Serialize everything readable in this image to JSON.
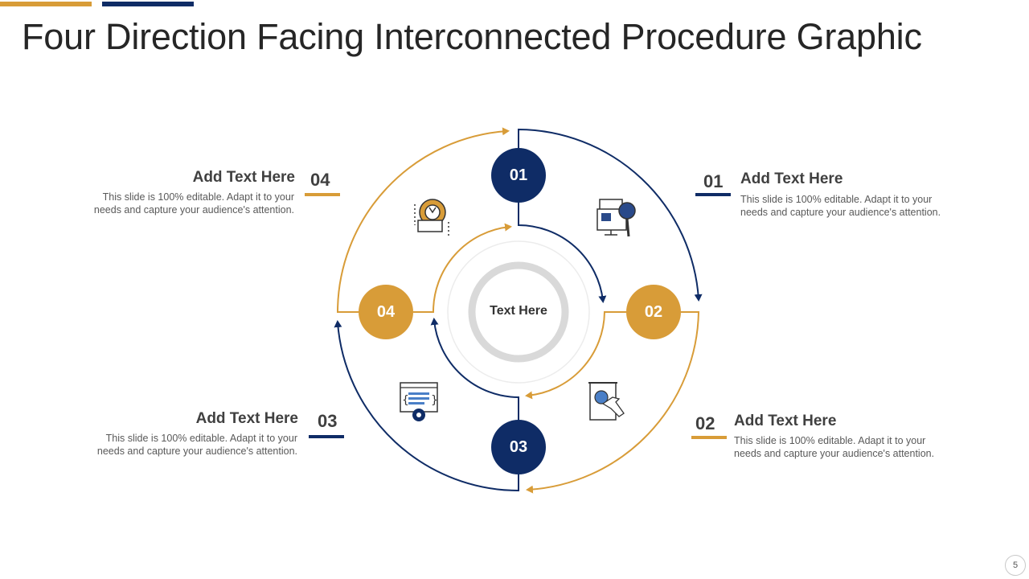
{
  "title": "Four Direction Facing Interconnected Procedure Graphic",
  "center_label": "Text Here",
  "colors": {
    "navy": "#0f2c66",
    "gold": "#d89c38"
  },
  "steps": [
    {
      "num": "01",
      "heading": "Add Text Here",
      "body_line1": "This slide is 100% editable. Adapt it to your",
      "body_line2": "needs and capture your audience's attention.",
      "icon": "search-document-icon"
    },
    {
      "num": "02",
      "heading": "Add Text Here",
      "body_line1": "This slide is 100% editable. Adapt it to your",
      "body_line2": "needs and capture your audience's attention.",
      "icon": "drawing-board-icon"
    },
    {
      "num": "03",
      "heading": "Add Text Here",
      "body_line1": "This slide is 100% editable. Adapt it to your",
      "body_line2": "needs and capture your audience's attention.",
      "icon": "code-settings-icon"
    },
    {
      "num": "04",
      "heading": "Add Text Here",
      "body_line1": "This slide is 100% editable. Adapt it to your",
      "body_line2": "needs and capture your audience's attention.",
      "icon": "support-gear-icon"
    }
  ],
  "page_number": "5"
}
